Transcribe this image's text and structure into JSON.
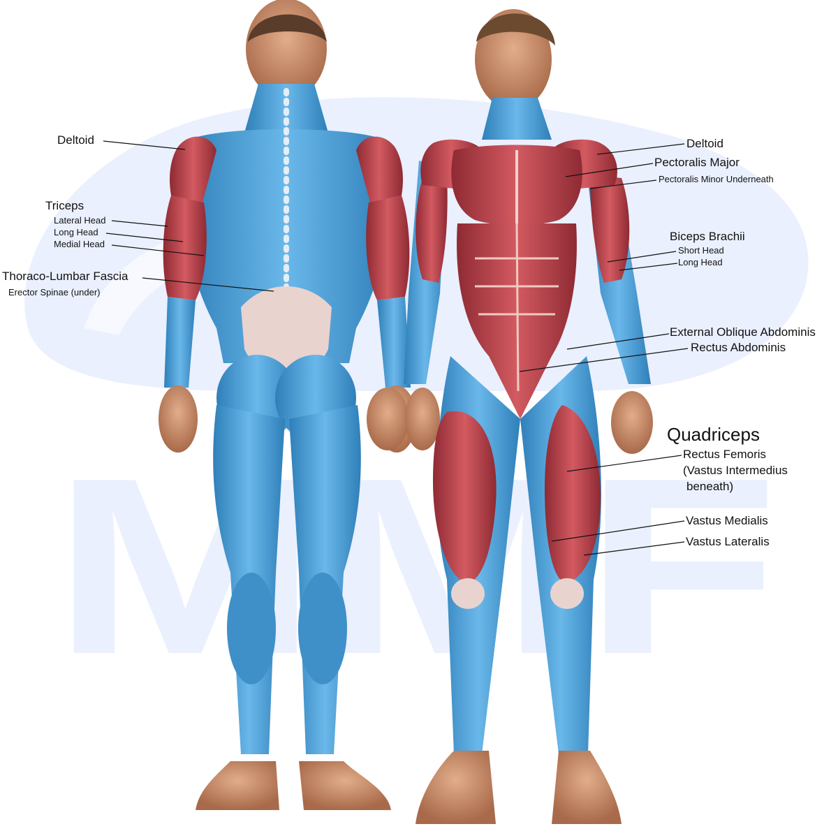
{
  "colors": {
    "muscle_target": "#c7464f",
    "muscle_target_dark": "#8e2a33",
    "muscle_other": "#5fb0e6",
    "muscle_other_dark": "#2f7fb9",
    "tendon": "#e9d3cf",
    "skin": "#c98d6a",
    "watermark": "#eaf0fd",
    "leader_line": "#111111"
  },
  "figures": {
    "back_view": "posterior body muscle figure",
    "front_view": "anterior body muscle figure"
  },
  "watermark": {
    "text": "MMF"
  },
  "labels_back": {
    "deltoid": "Deltoid",
    "triceps": "Triceps",
    "triceps_lateral_head": "Lateral Head",
    "triceps_long_head": "Long Head",
    "triceps_medial_head": "Medial Head",
    "thoraco_lumbar_fascia": "Thoraco-Lumbar Fascia",
    "erector_spinae": "Erector Spinae (under)"
  },
  "labels_front": {
    "deltoid": "Deltoid",
    "pectoralis_major": "Pectoralis Major",
    "pectoralis_minor": "Pectoralis Minor Underneath",
    "biceps_brachii": "Biceps Brachii",
    "biceps_short_head": "Short Head",
    "biceps_long_head": "Long Head",
    "external_oblique": "External Oblique Abdominis",
    "rectus_abdominis": "Rectus Abdominis",
    "quadriceps": "Quadriceps",
    "rectus_femoris": "Rectus Femoris",
    "vastus_intermedius_line1": "(Vastus Intermedius",
    "vastus_intermedius_line2": "beneath)",
    "vastus_medialis": "Vastus Medialis",
    "vastus_lateralis": "Vastus Lateralis"
  }
}
